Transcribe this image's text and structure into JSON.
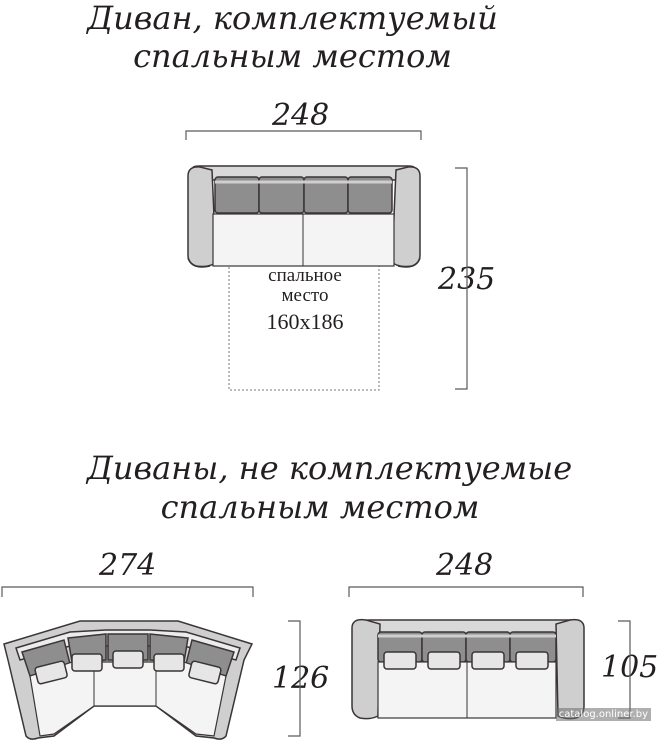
{
  "top_section": {
    "title_line1": "Диван, комплектуемый",
    "title_line2": "спальным местом",
    "width": "248",
    "depth": "235",
    "sleep_label_line1": "спальное",
    "sleep_label_line2": "место",
    "sleep_size": "160x186"
  },
  "bottom_section": {
    "title_line1": "Диваны, не комплектуемые",
    "title_line2": "спальным местом",
    "corner_sofa": {
      "width": "274",
      "depth": "126"
    },
    "straight_sofa": {
      "width": "248",
      "depth": "105"
    }
  },
  "watermark": "catalog.onliner.by"
}
